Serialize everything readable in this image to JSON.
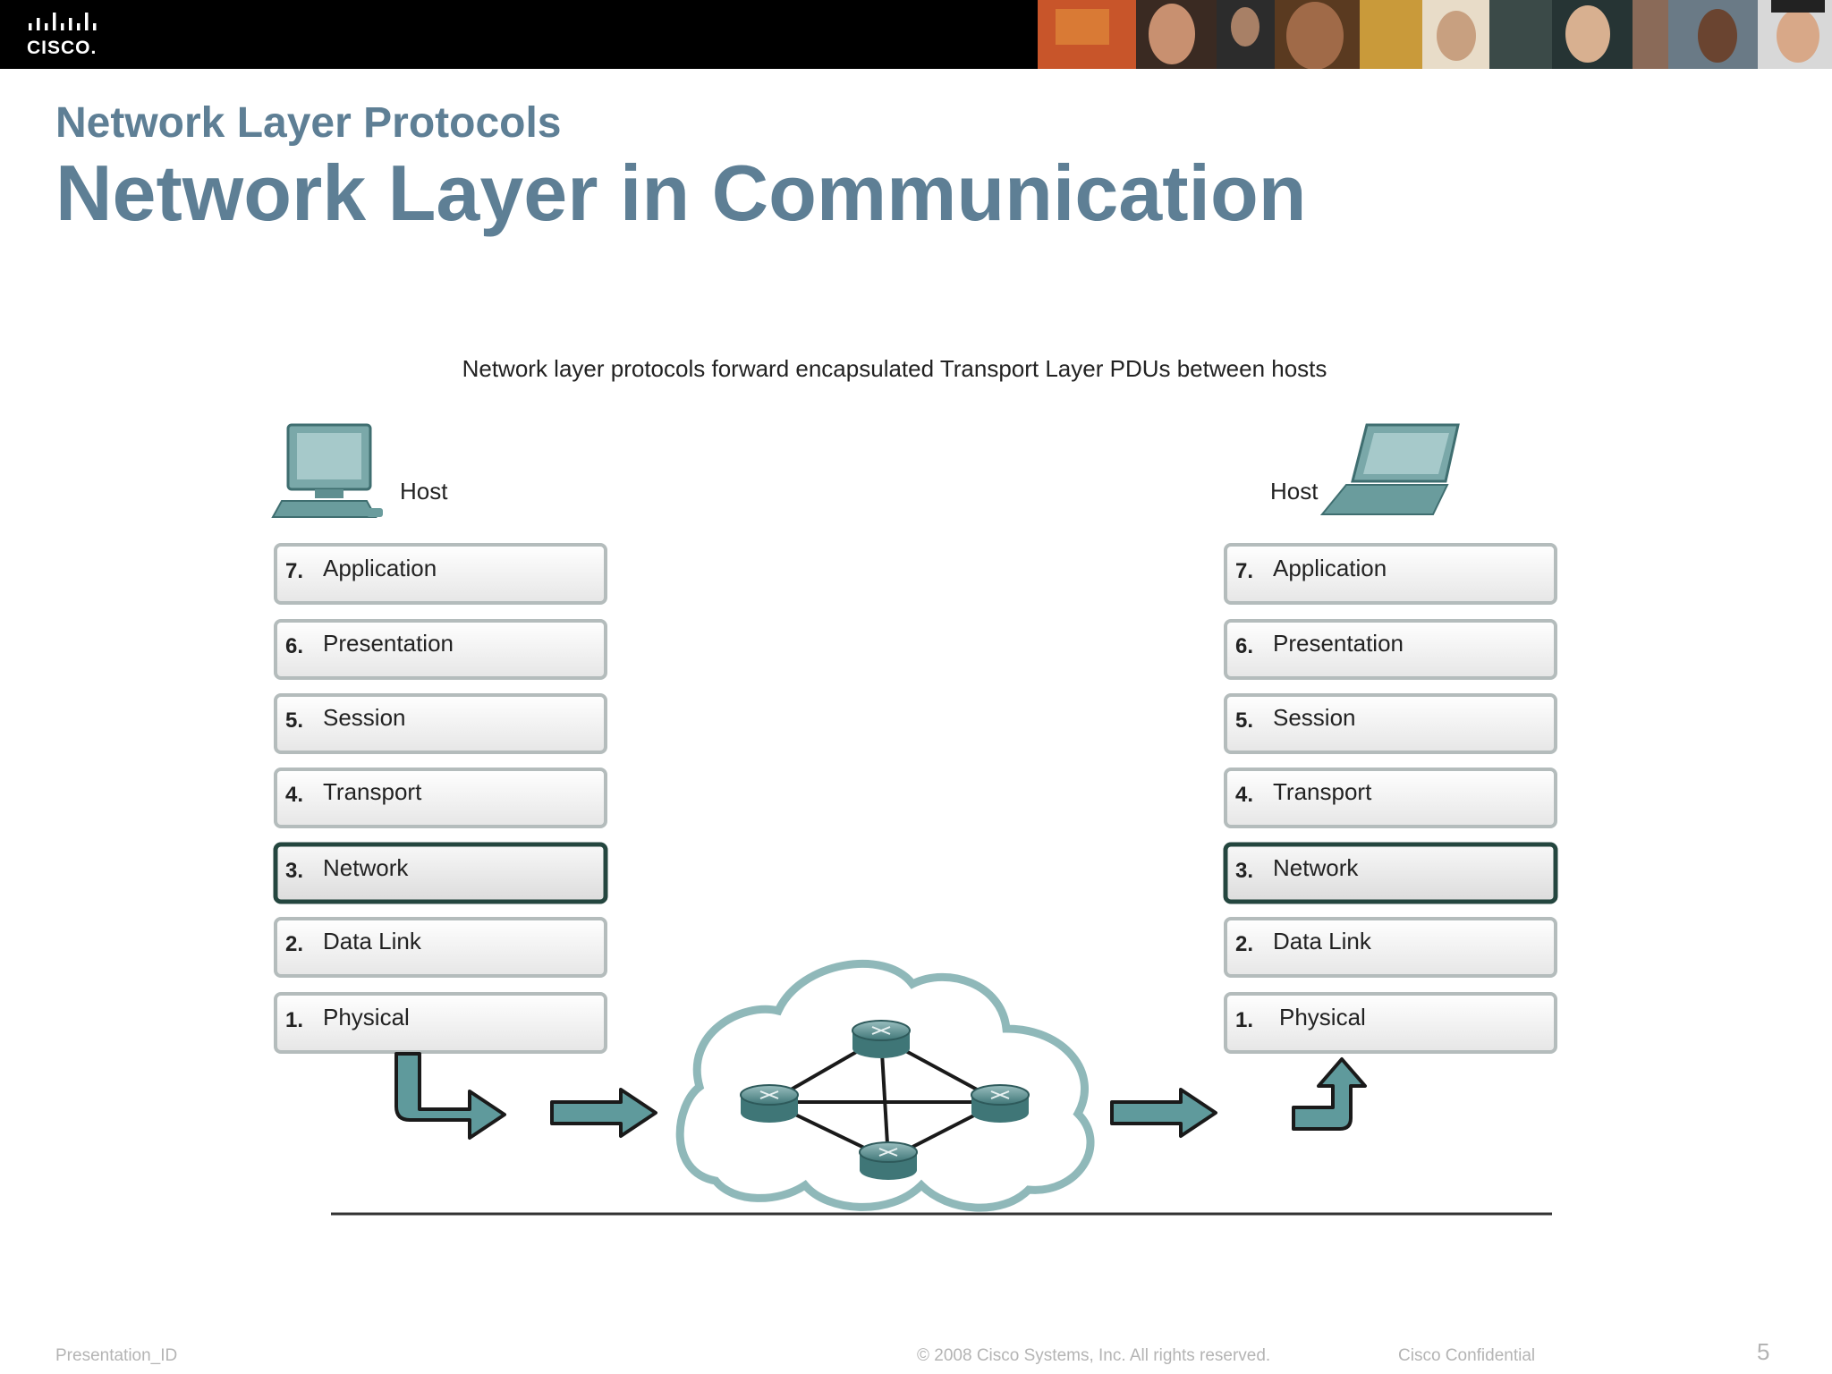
{
  "header": {
    "logo_text": "CISCO."
  },
  "slide": {
    "subtitle": "Network Layer Protocols",
    "title": "Network Layer in Communication"
  },
  "diagram": {
    "caption": "Network layer protocols forward encapsulated Transport Layer PDUs between hosts",
    "left_host_label": "Host",
    "right_host_label": "Host",
    "left_layers": [
      {
        "num": "7.",
        "name": "Application"
      },
      {
        "num": "6.",
        "name": "Presentation"
      },
      {
        "num": "5.",
        "name": "Session"
      },
      {
        "num": "4.",
        "name": "Transport"
      },
      {
        "num": "3.",
        "name": "Network"
      },
      {
        "num": "2.",
        "name": "Data Link"
      },
      {
        "num": "1.",
        "name": "Physical"
      }
    ],
    "right_layers": [
      {
        "num": "7.",
        "name": "Application"
      },
      {
        "num": "6.",
        "name": "Presentation"
      },
      {
        "num": "5.",
        "name": "Session"
      },
      {
        "num": "4.",
        "name": "Transport"
      },
      {
        "num": "3.",
        "name": "Network"
      },
      {
        "num": "2.",
        "name": "Data Link"
      },
      {
        "num": "1.",
        "name": "Physical"
      }
    ],
    "highlighted_layer": "Network"
  },
  "footer": {
    "presentation_id": "Presentation_ID",
    "copyright": "© 2008 Cisco Systems, Inc. All rights reserved.",
    "confidential": "Cisco Confidential",
    "page_number": "5"
  },
  "colors": {
    "title": "#5e7f95",
    "accent_teal": "#5f9a9c",
    "highlight_border": "#24463f"
  }
}
